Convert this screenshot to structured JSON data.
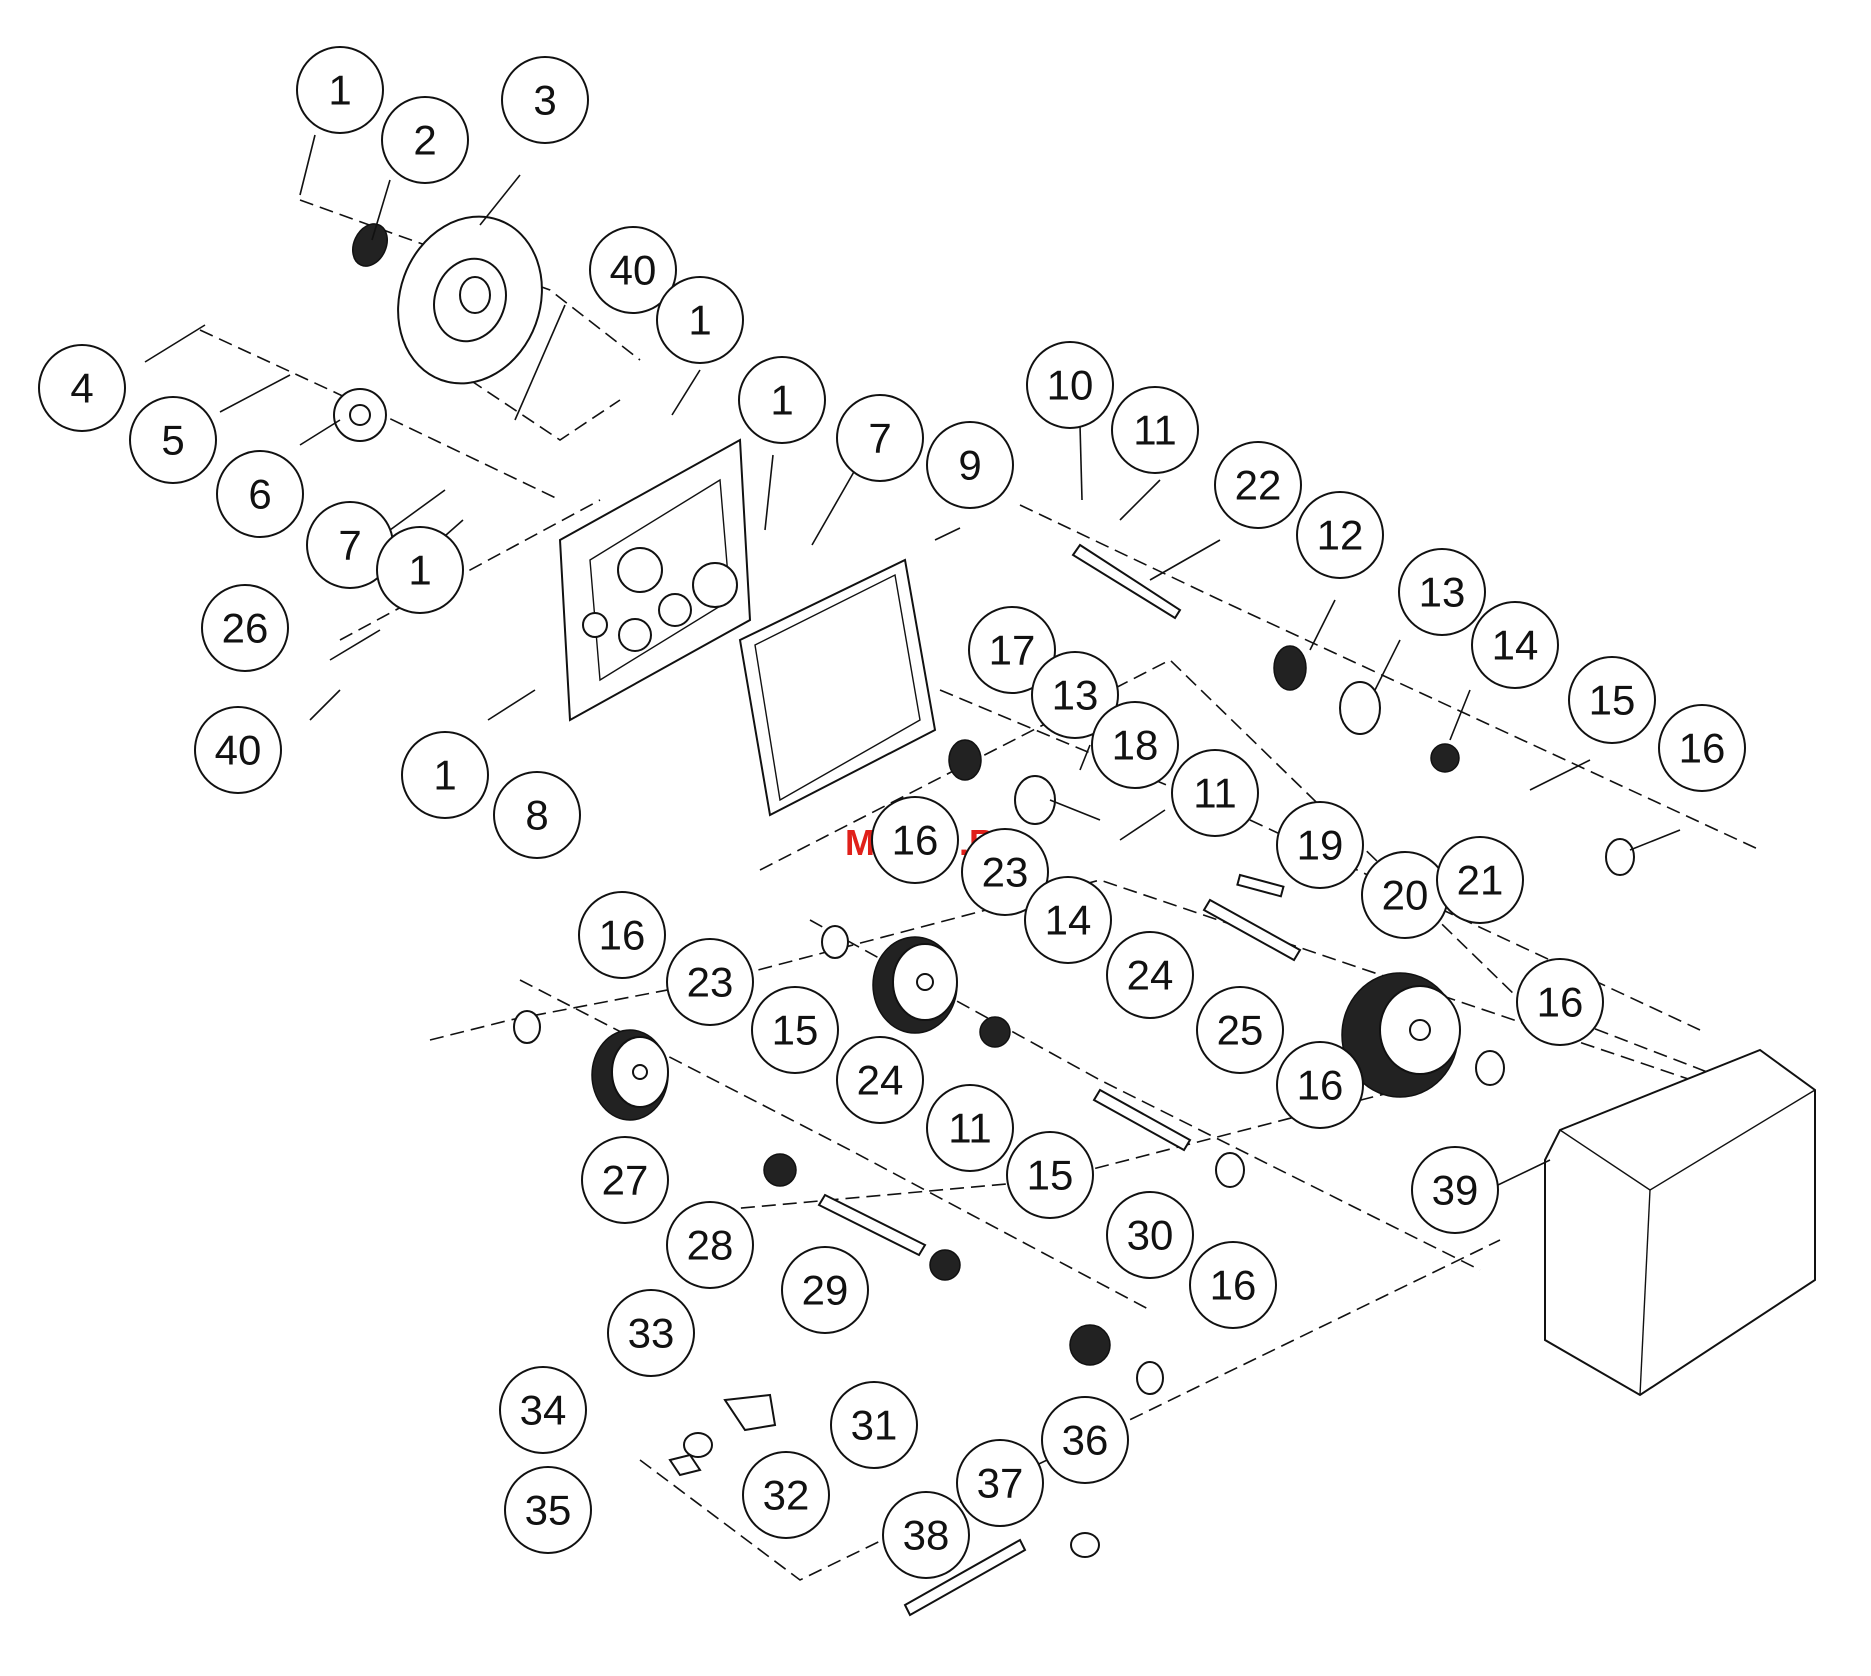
{
  "watermark": "McGrp.Ru",
  "colors": {
    "line": "#111111",
    "background": "#ffffff",
    "watermark": "#e0201a"
  },
  "callouts": [
    "1",
    "2",
    "3",
    "40",
    "1",
    "1",
    "4",
    "5",
    "6",
    "7",
    "1",
    "7",
    "9",
    "10",
    "11",
    "22",
    "12",
    "13",
    "14",
    "15",
    "16",
    "26",
    "40",
    "1",
    "8",
    "17",
    "13",
    "18",
    "11",
    "19",
    "20",
    "21",
    "16",
    "23",
    "14",
    "24",
    "25",
    "16",
    "16",
    "23",
    "15",
    "24",
    "11",
    "27",
    "28",
    "29",
    "15",
    "30",
    "16",
    "16",
    "39",
    "33",
    "34",
    "31",
    "35",
    "32",
    "38",
    "37",
    "36"
  ]
}
